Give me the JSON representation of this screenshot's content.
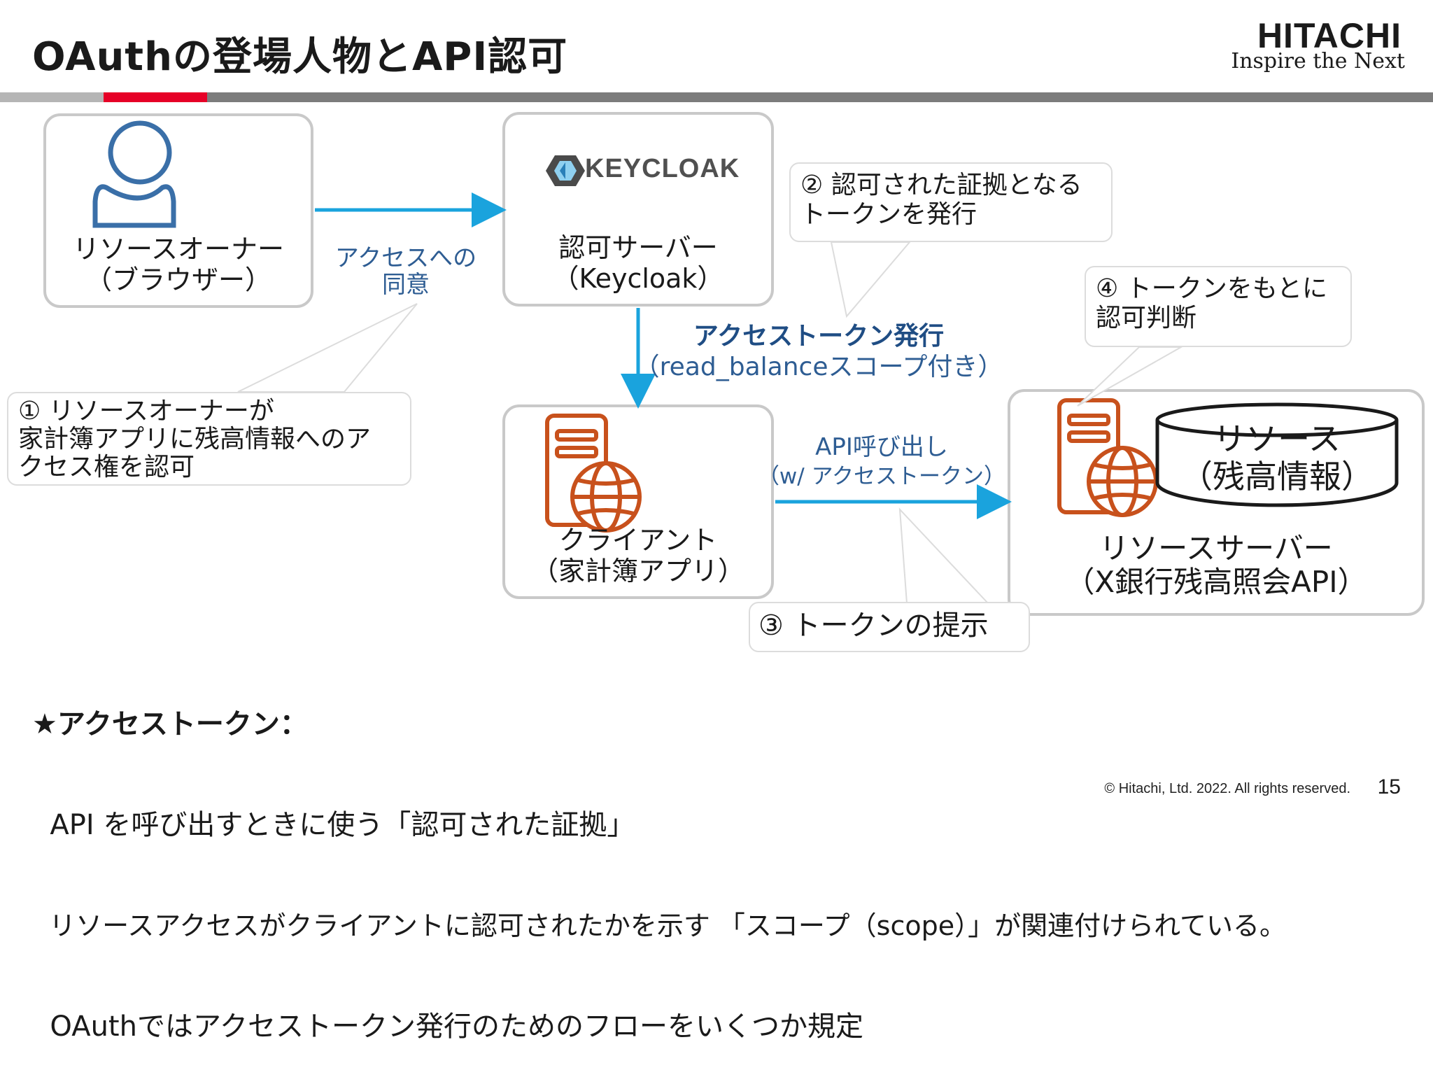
{
  "slide": {
    "title": "OAuthの登場人物とAPI認可",
    "logo": {
      "brand": "HITACHI",
      "tagline": "Inspire the Next"
    },
    "copyright": "© Hitachi, Ltd. 2022. All rights reserved.",
    "page_number": "15"
  },
  "nodes": {
    "resource_owner": {
      "label": "リソースオーナー\n（ブラウザー）",
      "icon": "person-icon"
    },
    "auth_server": {
      "logo_text": "KEYCLOAK",
      "label": "認可サーバー\n（Keycloak）"
    },
    "client": {
      "label": "クライアント\n（家計簿アプリ）",
      "icon": "server-globe-icon"
    },
    "resource_server": {
      "label": "リソースサーバー\n（X銀行残高照会API）",
      "icon": "server-globe-icon",
      "db_label": "リソース\n（残高情報）"
    }
  },
  "edges": {
    "consent": "アクセスへの\n同意",
    "token_issue_title": "アクセストークン発行",
    "token_issue_sub": "（read_balanceスコープ付き）",
    "api_call_title": "API呼び出し",
    "api_call_sub": "（w/ アクセストークン）"
  },
  "callouts": {
    "c1": "① リソースオーナーが\n家計簿アプリに残高情報へのア\nクセス権を認可",
    "c2": "② 認可された証拠となる\nトークンを発行",
    "c3": "③ トークンの提示",
    "c4": "④ トークンをもとに\n認可判断"
  },
  "notes": {
    "line1": "★アクセストークン：",
    "line2": "  API を呼び出すときに使う「認可された証拠」",
    "line3": "  リソースアクセスがクライアントに認可されたかを示す 「スコープ（scope）」が関連付けられている。",
    "line4": "  OAuthではアクセストークン発行のためのフローをいくつか規定"
  },
  "colors": {
    "accent_red": "#e60027",
    "arrow_blue": "#1aa3dd",
    "label_blue": "#2e5d93",
    "icon_orange": "#c8511c",
    "person_blue": "#3a6fa8"
  }
}
